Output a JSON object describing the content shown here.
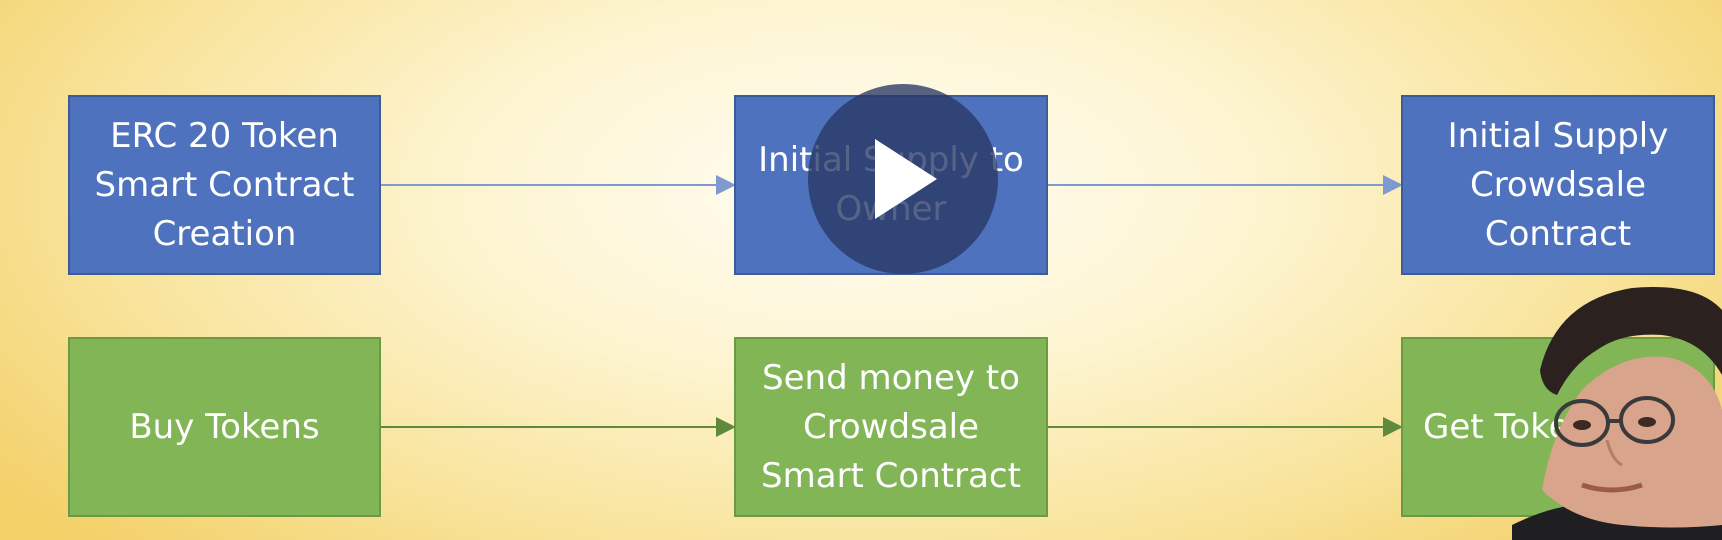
{
  "diagram": {
    "row1": [
      {
        "lines": [
          "ERC 20 Token",
          "Smart Contract",
          "Creation"
        ]
      },
      {
        "lines": [
          "Initial Supply to",
          "Owner"
        ]
      },
      {
        "lines": [
          "Initial Supply",
          "Crowdsale",
          "Contract"
        ]
      }
    ],
    "row2": [
      {
        "lines": [
          "Buy Tokens"
        ]
      },
      {
        "lines": [
          "Send money to",
          "Crowdsale",
          "Smart Contract"
        ]
      },
      {
        "lines": [
          "Get Tokens B"
        ]
      }
    ]
  },
  "video": {
    "play_icon": "play-icon",
    "presenter": "presenter-webcam"
  },
  "colors": {
    "blue_box": "#4f72be",
    "green_box": "#82b556",
    "blue_arrow": "#7f9ad0",
    "green_arrow": "#5f8a3c",
    "play_overlay": "#283764"
  }
}
